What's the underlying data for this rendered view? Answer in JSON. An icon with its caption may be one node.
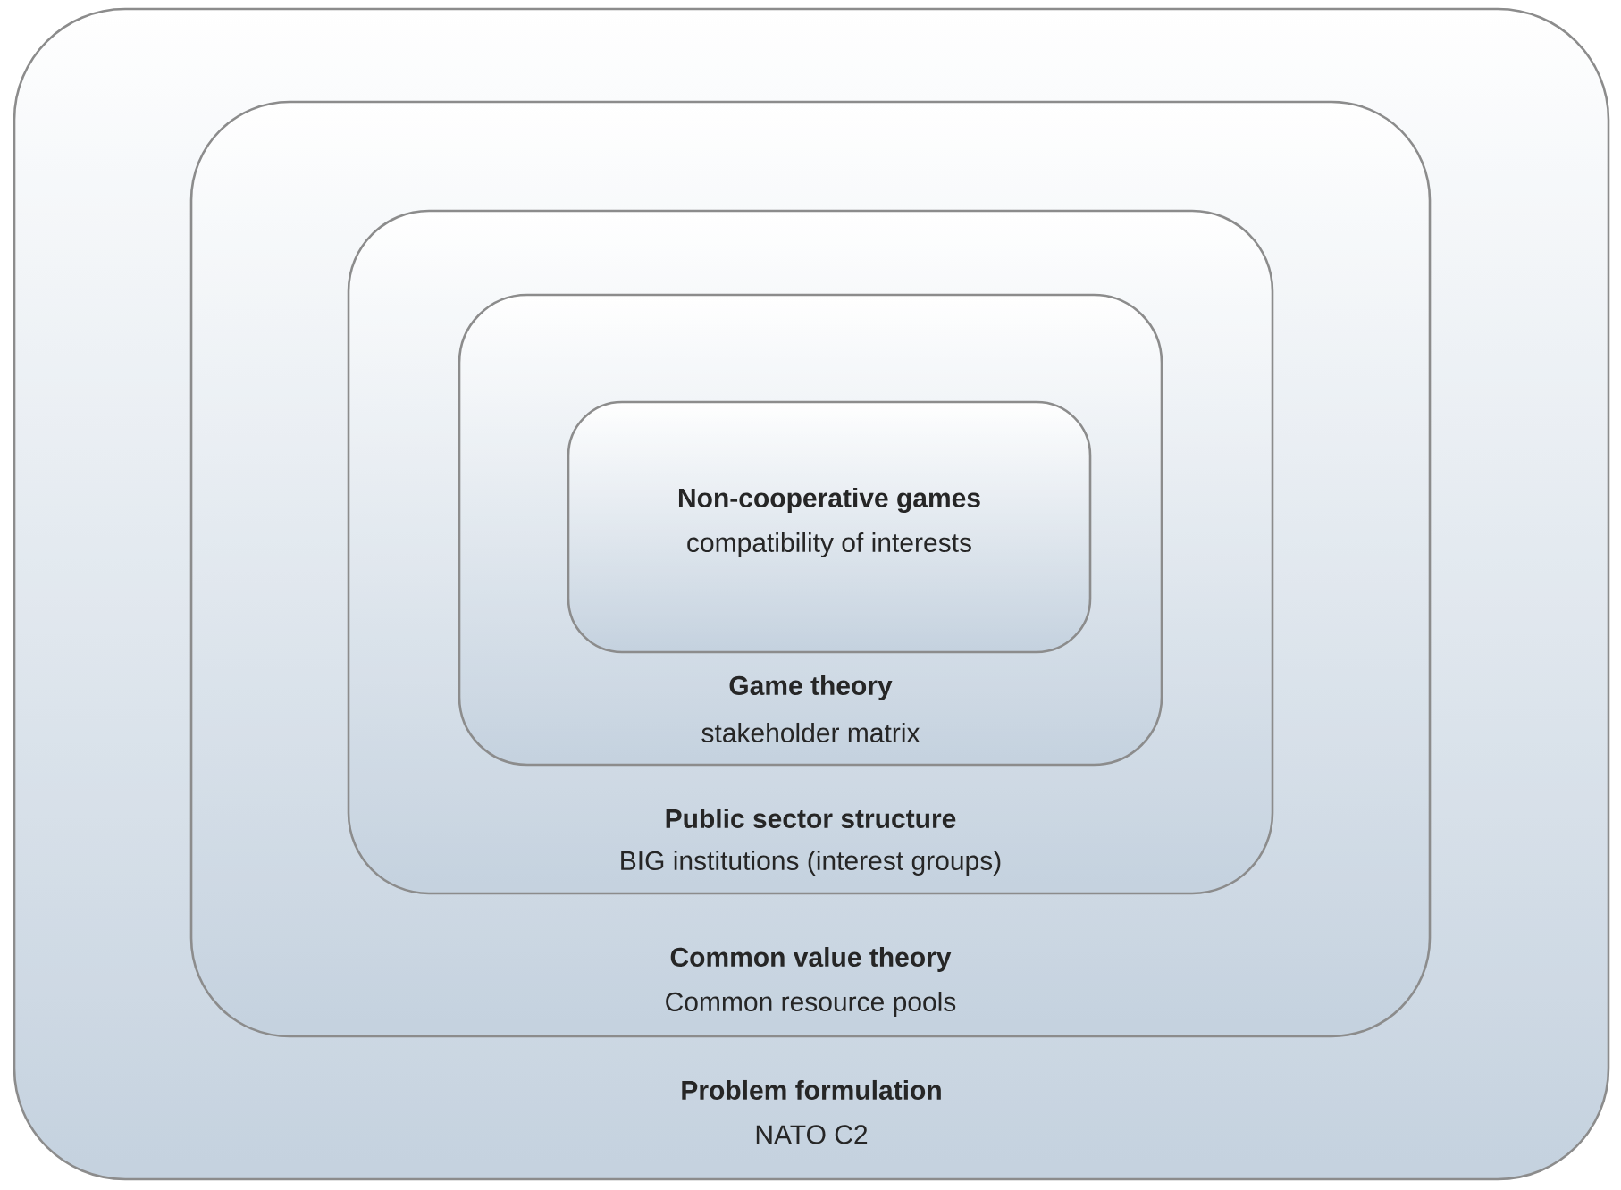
{
  "diagram": {
    "nodes": [
      {
        "text": [
          "Problem formulation",
          "NATO C2"
        ]
      },
      {
        "text": [
          "Common value theory",
          "Common resource pools"
        ],
        "in": 0
      },
      {
        "text": [
          "Public sector structure",
          "BIG institutions (interest groups)"
        ],
        "in": 1
      },
      {
        "text": [
          "Game theory",
          "stakeholder matrix"
        ],
        "in": 2
      },
      {
        "text": [
          "Non-cooperative games",
          "compatibility of interests"
        ],
        "in": 3
      }
    ]
  }
}
